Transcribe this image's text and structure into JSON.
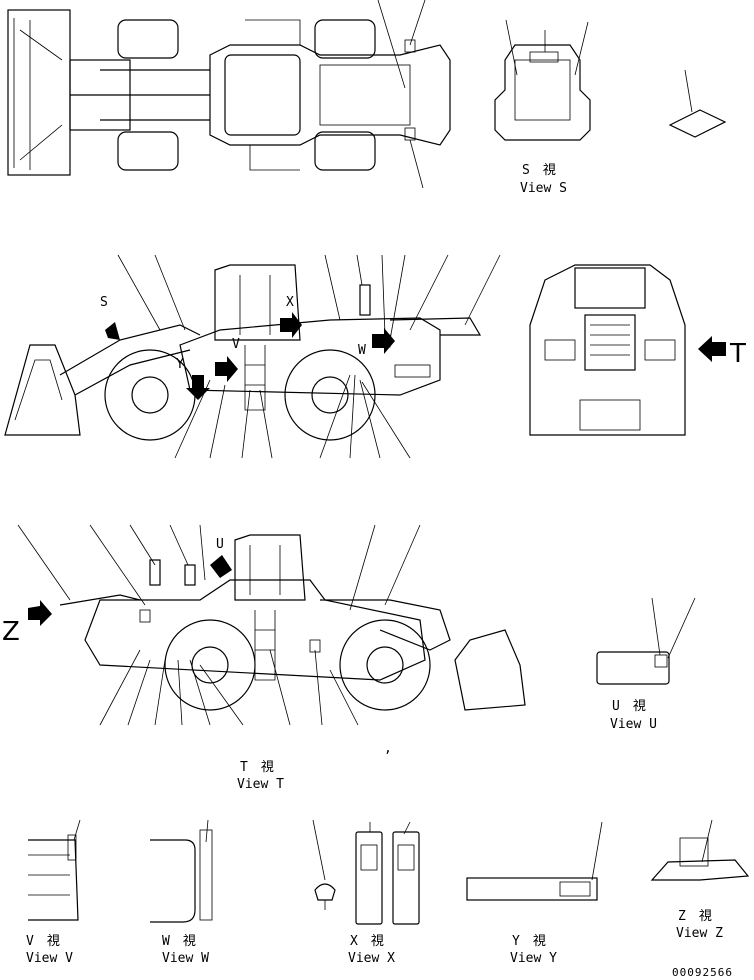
{
  "views": {
    "s_jp": "S　視",
    "s_en": "View S",
    "t_jp": "T　視",
    "t_en": "View T",
    "u_jp": "U　視",
    "u_en": "View U",
    "v_jp": "V　視",
    "v_en": "View V",
    "w_jp": "W　視",
    "w_en": "View W",
    "x_jp": "X　視",
    "x_en": "View X",
    "y_jp": "Y　視",
    "y_en": "View Y",
    "z_jp": "Z　視",
    "z_en": "View Z"
  },
  "arrow_letters": {
    "s": "S",
    "t": "T",
    "u": "U",
    "v": "V",
    "w": "W",
    "x": "X",
    "y": "Y",
    "z": "Z"
  },
  "stray_mark": ",",
  "document_number": "00092566"
}
